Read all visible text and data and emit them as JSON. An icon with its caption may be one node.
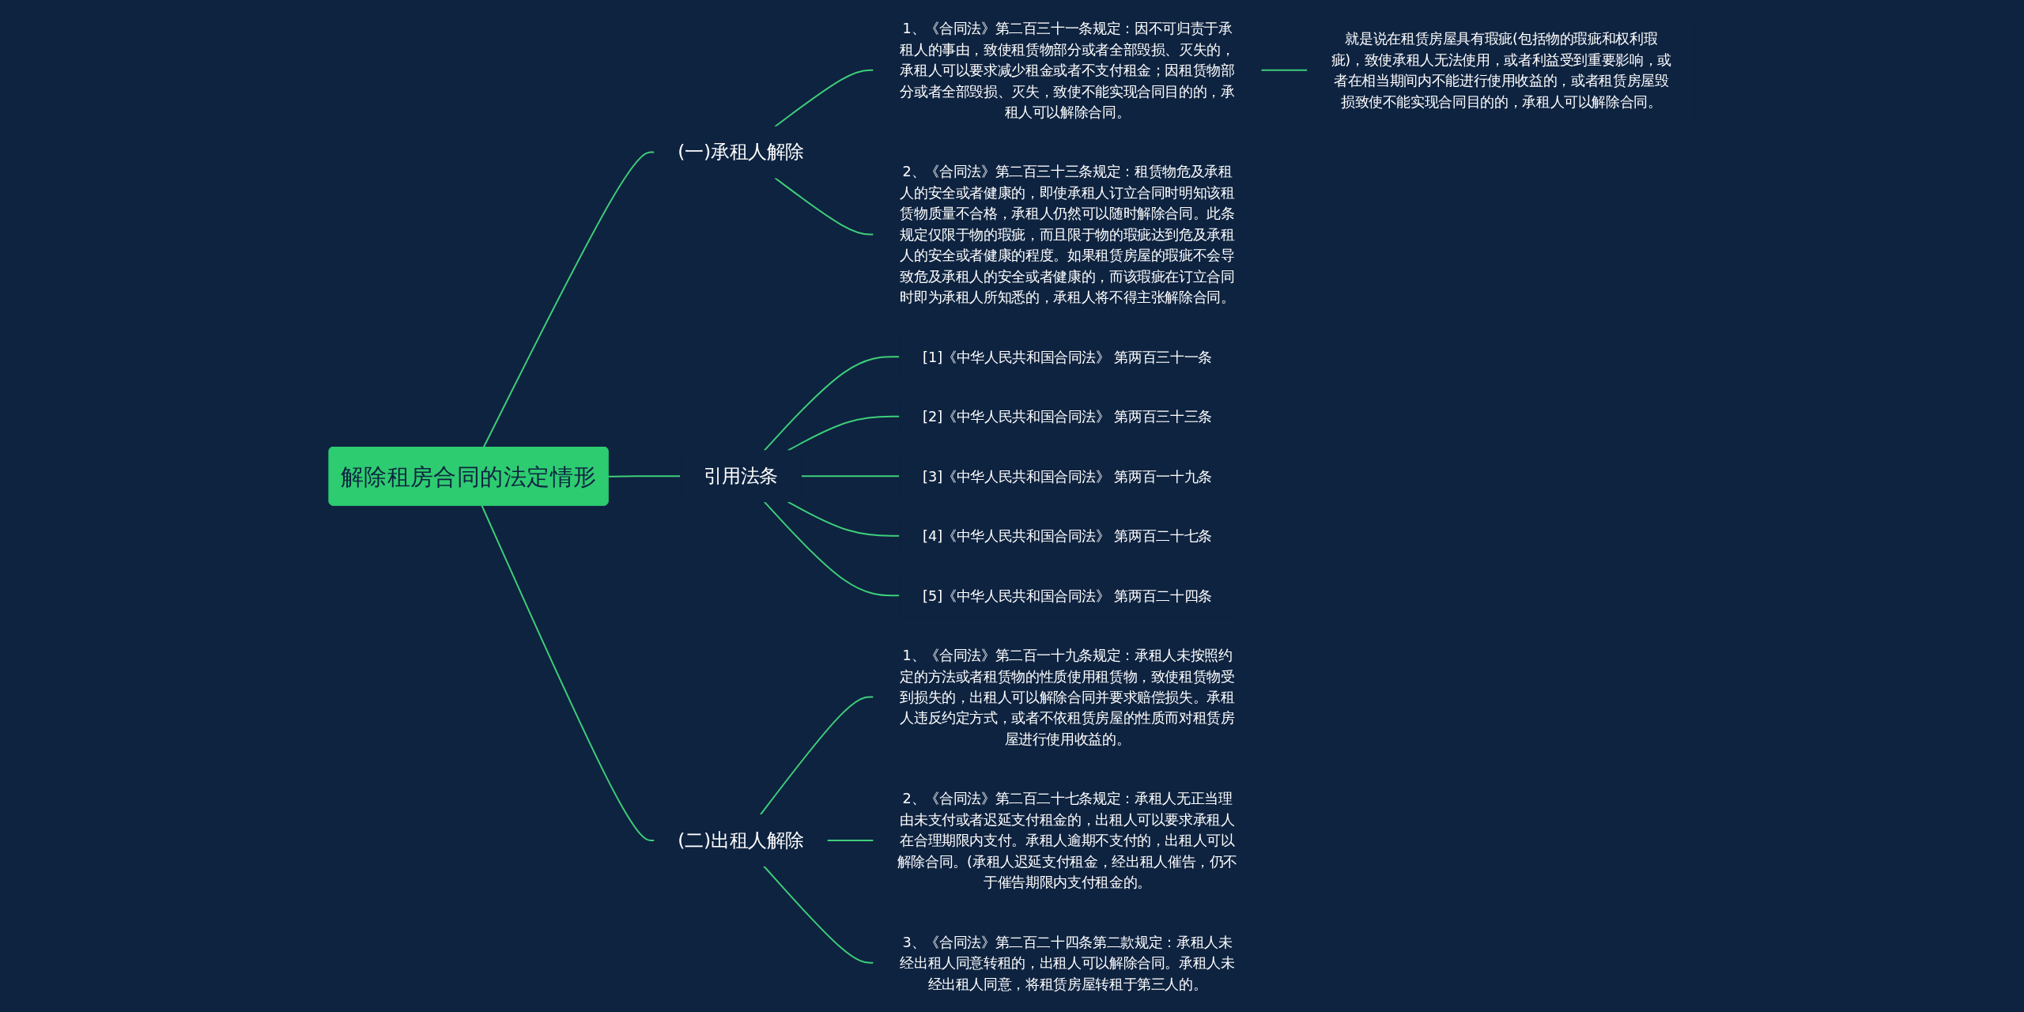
{
  "diagram": {
    "nodes": [
      {
        "text": [
          "解除租房合同的法定情形"
        ]
      },
      {
        "text": [
          "(一)承租人解除"
        ]
      },
      {
        "text": [
          "1、《合同法》第二百三十一条规定：因不可归责于承租人的事由，致使租赁物部分或者全部毁损、灭失的，承租人可以要求减少租金或者不支付租金；因租赁物部分或者全部毁损、灭失，致使不能实现合同目的的，承租人可以解除合同。"
        ]
      },
      {
        "text": [
          "就是说在租赁房屋具有瑕疵(包括物的瑕疵和权利瑕疵)，致使承租人无法使用，或者利益受到重要影响，或者在相当期间内不能进行使用收益的，或者租赁房屋毁损致使不能实现合同目的的，承租人可以解除合同。"
        ]
      },
      {
        "text": [
          "2、《合同法》第二百三十三条规定：租赁物危及承租人的安全或者健康的，即使承租人订立合同时明知该租赁物质量不合格，承租人仍然可以随时解除合同。此条规定仅限于物的瑕疵，而且限于物的瑕疵达到危及承租人的安全或者健康的程度。如果租赁房屋的瑕疵不会导致危及承租人的安全或者健康的，而该瑕疵在订立合同时即为承租人所知悉的，承租人将不得主张解除合同。"
        ]
      },
      {
        "text": [
          "引用法条"
        ]
      },
      {
        "text": [
          "[1]《中华人民共和国合同法》 第两百三十一条"
        ]
      },
      {
        "text": [
          "[2]《中华人民共和国合同法》 第两百三十三条"
        ]
      },
      {
        "text": [
          "[3]《中华人民共和国合同法》 第两百一十九条"
        ]
      },
      {
        "text": [
          "[4]《中华人民共和国合同法》 第两百二十七条"
        ]
      },
      {
        "text": [
          "[5]《中华人民共和国合同法》 第两百二十四条"
        ]
      },
      {
        "text": [
          "(二)出租人解除"
        ]
      },
      {
        "text": [
          "1、《合同法》第二百一十九条规定：承租人未按照约定的方法或者租赁物的性质使用租赁物，致使租赁物受到损失的，出租人可以解除合同并要求赔偿损失。承租人违反约定方式，或者不依租赁房屋的性质而对租赁房屋进行使用收益的。"
        ]
      },
      {
        "text": [
          "2、《合同法》第二百二十七条规定：承租人无正当理由未支付或者迟延支付租金的，出租人可以要求承租人在合理期限内支付。承租人逾期不支付的，出租人可以解除合同。(承租人迟延支付租金，经出租人催告，仍不于催告期限内支付租金的。"
        ]
      },
      {
        "text": [
          "3、《合同法》第二百二十四条第二款规定：承租人未经出租人同意转租的，出租人可以解除合同。承租人未经出租人同意，将租赁房屋转租于第三人的。"
        ]
      }
    ],
    "edges": [
      {
        "from": 0,
        "to": 1,
        "arrow": "none"
      },
      {
        "from": 1,
        "to": 2,
        "arrow": "none"
      },
      {
        "from": 2,
        "to": 3,
        "arrow": "none"
      },
      {
        "from": 1,
        "to": 4,
        "arrow": "none"
      },
      {
        "from": 0,
        "to": 5,
        "arrow": "none"
      },
      {
        "from": 5,
        "to": 6,
        "arrow": "none"
      },
      {
        "from": 5,
        "to": 7,
        "arrow": "none"
      },
      {
        "from": 5,
        "to": 8,
        "arrow": "none"
      },
      {
        "from": 5,
        "to": 9,
        "arrow": "none"
      },
      {
        "from": 5,
        "to": 10,
        "arrow": "none"
      },
      {
        "from": 0,
        "to": 11,
        "arrow": "none"
      },
      {
        "from": 11,
        "to": 12,
        "arrow": "none"
      },
      {
        "from": 11,
        "to": 13,
        "arrow": "none"
      },
      {
        "from": 11,
        "to": 14,
        "arrow": "none"
      }
    ]
  }
}
